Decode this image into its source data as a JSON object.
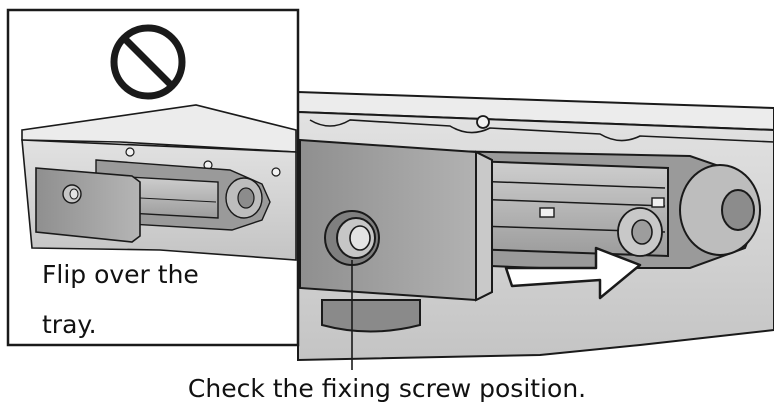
{
  "figure": {
    "inset_text_line1": "Flip over the",
    "inset_text_line2": "tray.",
    "caption": "Check the fixing screw position.",
    "prohibition_icon": "prohibition-icon",
    "arrow_icon": "push-arrow-icon",
    "colors": {
      "line": "#1a1a1a",
      "panel": "#d6d6d6",
      "panel_dark": "#a8a8a8",
      "panel_light": "#ebebeb",
      "arrow_fill": "#ffffff",
      "background": "#ffffff"
    }
  }
}
